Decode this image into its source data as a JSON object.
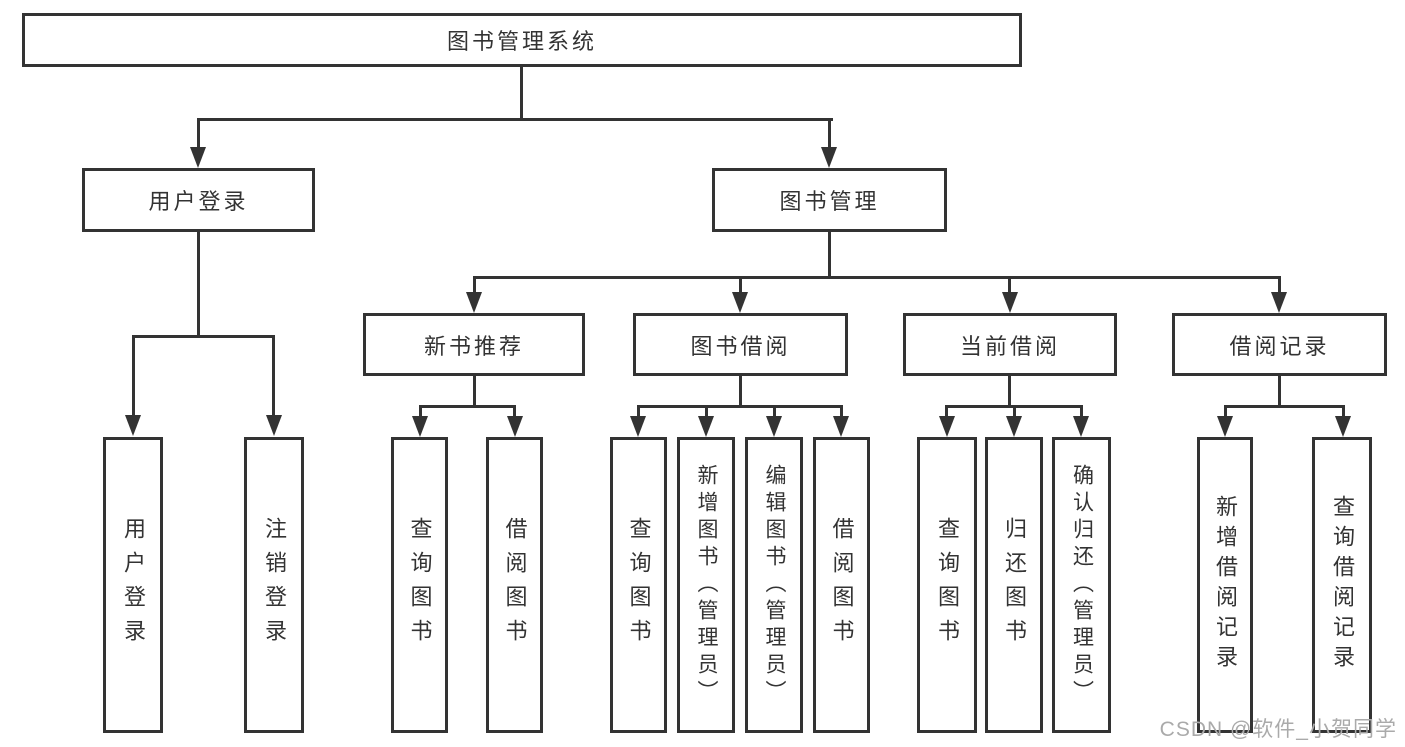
{
  "tree": {
    "root": {
      "label": "图书管理系统"
    },
    "children": [
      {
        "label": "用户登录",
        "children": [
          {
            "label": "用户登录"
          },
          {
            "label": "注销登录"
          }
        ]
      },
      {
        "label": "图书管理",
        "children": [
          {
            "label": "新书推荐",
            "children": [
              {
                "label": "查询图书"
              },
              {
                "label": "借阅图书"
              }
            ]
          },
          {
            "label": "图书借阅",
            "children": [
              {
                "label": "查询图书"
              },
              {
                "label": "新增图书（管理员）"
              },
              {
                "label": "编辑图书（管理员）"
              },
              {
                "label": "借阅图书"
              }
            ]
          },
          {
            "label": "当前借阅",
            "children": [
              {
                "label": "查询图书"
              },
              {
                "label": "归还图书"
              },
              {
                "label": "确认归还（管理员）"
              }
            ]
          },
          {
            "label": "借阅记录",
            "children": [
              {
                "label": "新增借阅记录"
              },
              {
                "label": "查询借阅记录"
              }
            ]
          }
        ]
      }
    ]
  },
  "watermark": {
    "text": "CSDN @软件_小贺同学"
  },
  "colors": {
    "line": "#333333",
    "text": "#333333",
    "background": "#ffffff",
    "watermark": "#aaaaaa"
  }
}
